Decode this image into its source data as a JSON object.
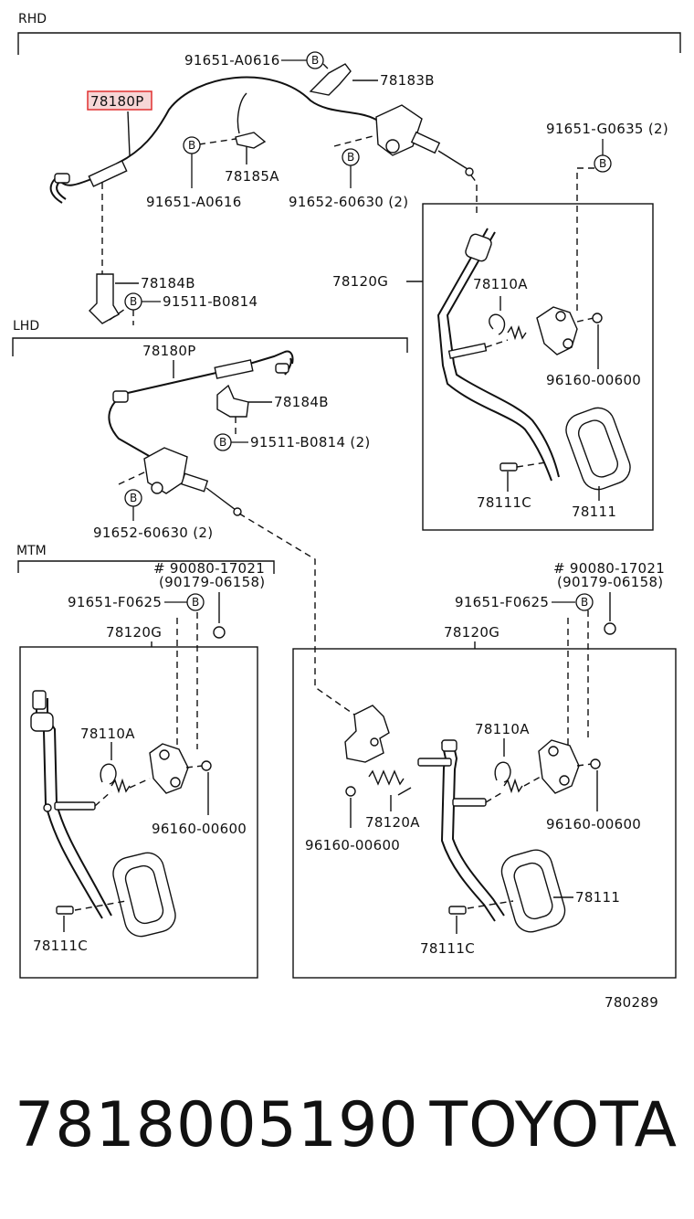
{
  "sections": {
    "rhd": "RHD",
    "lhd": "LHD",
    "mtm": "MTM"
  },
  "highlight_color": "#e03030",
  "rhd": {
    "cable": "78180P",
    "screw_top": "91651-A0616",
    "bracket_top": "78183B",
    "clip": "78185A",
    "screw_mid": "91651-A0616",
    "screw_right": "91652-60630 (2)",
    "bracket_low": "78184B",
    "bolt_low": "91511-B0814",
    "screw_box": "91651-G0635 (2)",
    "box": {
      "assy": "78120G",
      "spring": "78110A",
      "nut": "96160-00600",
      "pin": "78111C",
      "pad": "78111"
    }
  },
  "lhd": {
    "cable": "78180P",
    "bracket": "78184B",
    "bolt": "91511-B0814 (2)",
    "screw": "91652-60630 (2)"
  },
  "mtm_left": {
    "ref1": "# 90080-17021",
    "ref2": "(90179-06158)",
    "screw": "91651-F0625",
    "assy": "78120G",
    "spring": "78110A",
    "nut": "96160-00600",
    "pin": "78111C"
  },
  "mtm_right": {
    "ref1": "# 90080-17021",
    "ref2": "(90179-06158)",
    "screw": "91651-F0625",
    "assy": "78120G",
    "spring": "78110A",
    "nut_r": "96160-00600",
    "spring2": "78120A",
    "nut_l": "96160-00600",
    "pad": "78111",
    "pin": "78111C"
  },
  "badge_letter": "B",
  "diagram_code": "780289",
  "footer": {
    "part_number": "7818005190",
    "brand": "TOYOTA"
  }
}
